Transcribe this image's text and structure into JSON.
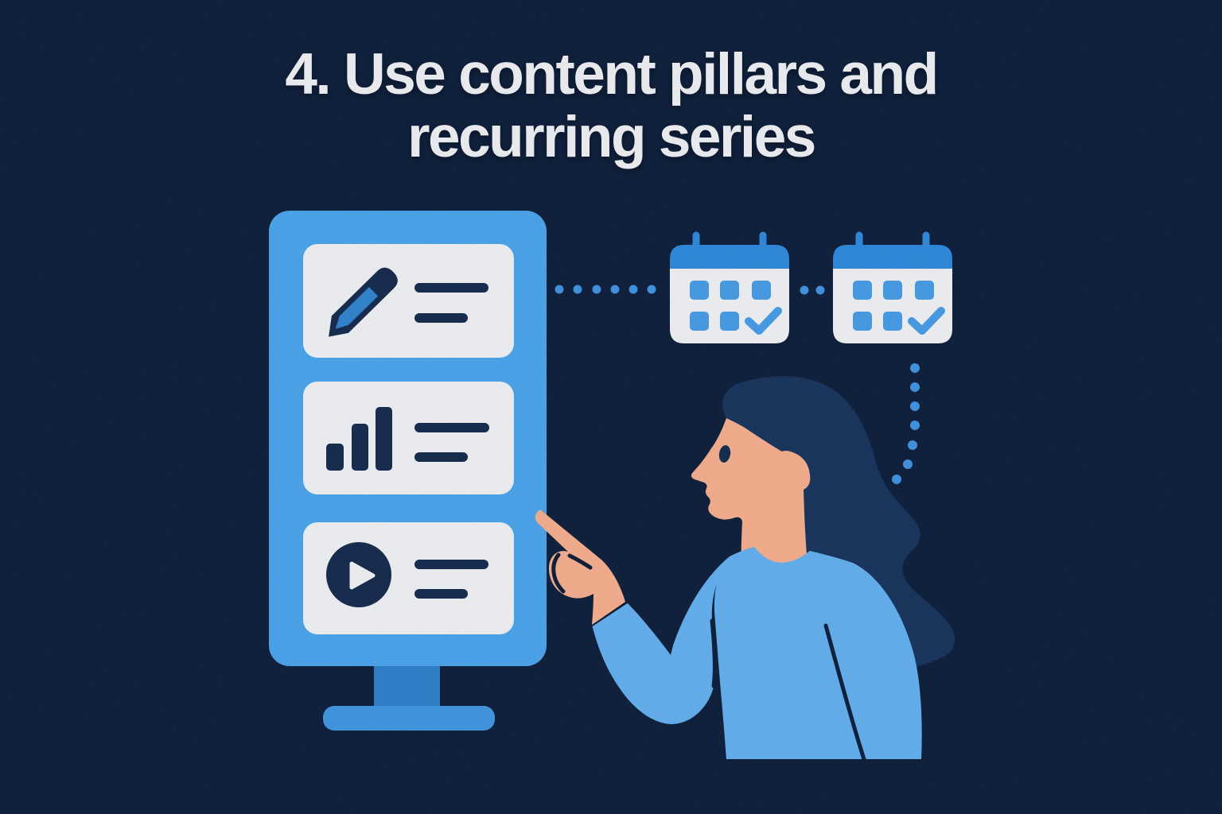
{
  "title": {
    "line1": "4. Use content pillars and",
    "line2": "recurring series"
  },
  "palette": {
    "background": "#0c1d39",
    "title_text": "#e8eaed",
    "screen_blue": "#47a0e5",
    "card_bg": "#e9ebee",
    "icon_navy": "#13294b",
    "pencil_blue": "#2e80c9",
    "calendar_header_blue": "#2b85d6",
    "calendar_square_blue": "#4398e1",
    "dot_blue": "#3b8fdc",
    "stand_neck_blue": "#2c7bc3",
    "stand_base_blue": "#3e92da",
    "sweater_blue": "#5fabe9",
    "skin": "#efaa8a",
    "hair_navy": "#15325a"
  },
  "illustration": {
    "kiosk_cards": [
      {
        "icon": "pencil-icon",
        "text_lines": 2
      },
      {
        "icon": "bar-chart-icon",
        "text_lines": 2
      },
      {
        "icon": "play-video-icon",
        "text_lines": 2
      }
    ],
    "calendars": [
      {
        "icon": "calendar-checked-icon"
      },
      {
        "icon": "calendar-checked-icon"
      }
    ],
    "connectors": "dotted-lines",
    "figure": "woman-pointing-at-content-screen"
  }
}
